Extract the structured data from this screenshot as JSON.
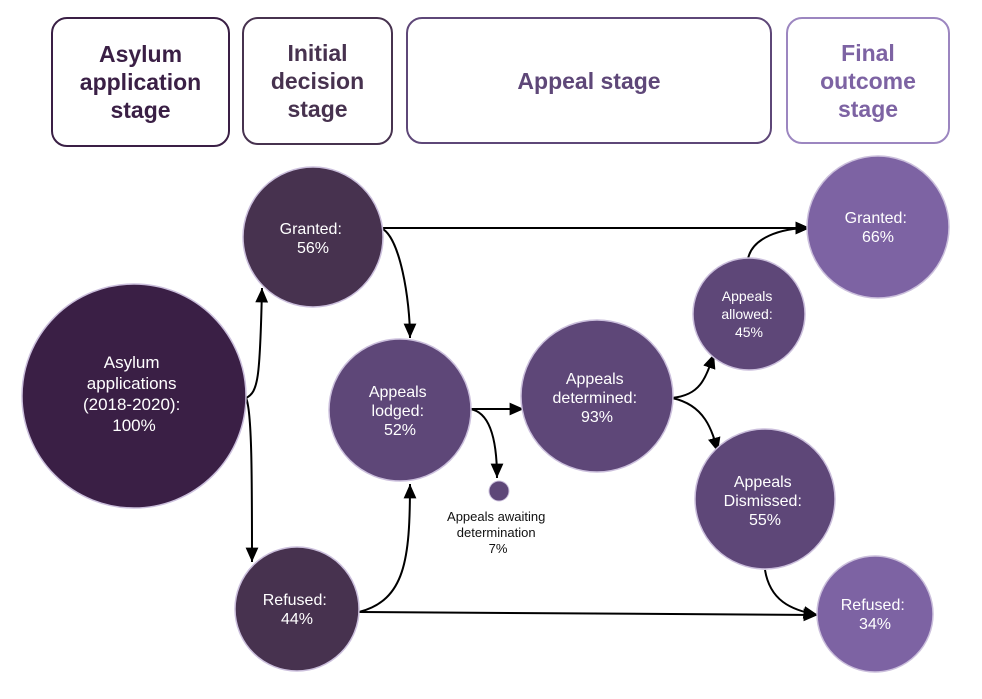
{
  "colors": {
    "darkest": "#3a1f45",
    "dark": "#47324f",
    "medium": "#5e4778",
    "light": "#7d63a3",
    "edge": "#000000"
  },
  "stages": {
    "application": "Asylum\napplication\nstage",
    "initial": "Initial\ndecision\nstage",
    "appeal": "Appeal stage",
    "final": "Final\noutcome\nstage"
  },
  "nodes": {
    "applications": [
      "Asylum",
      "applications",
      "(2018-2020):",
      "100%"
    ],
    "granted_initial": [
      "Granted:",
      "56%"
    ],
    "refused_initial": [
      "Refused:",
      "44%"
    ],
    "appeals_lodged": [
      "Appeals",
      "lodged:",
      "52%"
    ],
    "appeals_awaiting": [
      "Appeals awaiting",
      "determination",
      "7%"
    ],
    "appeals_determined": [
      "Appeals",
      "determined:",
      "93%"
    ],
    "appeals_allowed": [
      "Appeals",
      "allowed:",
      "45%"
    ],
    "appeals_dismissed": [
      "Appeals",
      "Dismissed:",
      "55%"
    ],
    "granted_final": [
      "Granted:",
      "66%"
    ],
    "refused_final": [
      "Refused:",
      "34%"
    ]
  }
}
